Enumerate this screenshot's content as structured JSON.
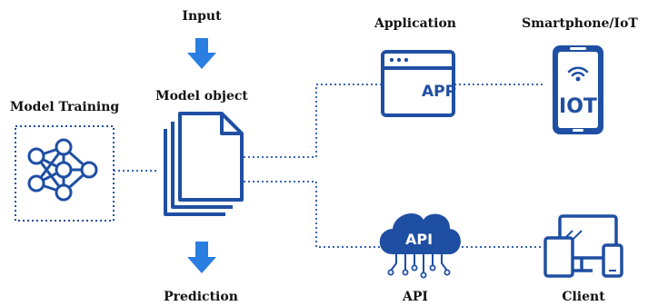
{
  "labels": {
    "input": "Input",
    "model_object": "Model object",
    "model_training": "Model Training",
    "prediction": "Prediction",
    "application": "Application",
    "smartphone_iot": "Smartphone/IoT",
    "api": "API",
    "client": "Client"
  },
  "icon_text": {
    "app": "APP",
    "iot": "IOT",
    "api_cloud": "API"
  },
  "colors": {
    "primary": "#1f4fa3",
    "arrow": "#2a7de1",
    "connector": "#3a64b8"
  }
}
